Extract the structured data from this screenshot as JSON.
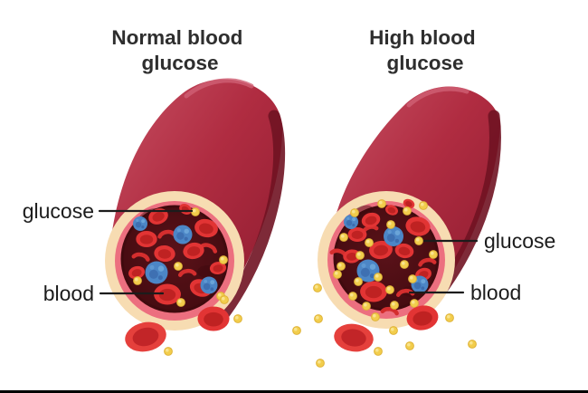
{
  "diagram": {
    "left_panel": {
      "title_lines": [
        "Normal blood",
        "glucose"
      ],
      "glucose_label": "glucose",
      "blood_label": "blood"
    },
    "right_panel": {
      "title_lines": [
        "High blood",
        "glucose"
      ],
      "glucose_label": "glucose",
      "blood_label": "blood"
    },
    "colors": {
      "vessel_outer_red": "#b02c41",
      "vessel_edge_shadow": "#701322",
      "vessel_wall_cream": "#f7dcb2",
      "vessel_lining_pink": "#ec6f7f",
      "lumen_dark_red": "#4b0d12",
      "red_blood_cell": "#e23434",
      "red_blood_cell_core": "#bf2222",
      "white_blood_cell_blue": "#4c86c6",
      "glucose_particle_yellow": "#f2cd4c",
      "title_text": "#2e2e2e",
      "label_text": "#1c1c1c"
    }
  }
}
